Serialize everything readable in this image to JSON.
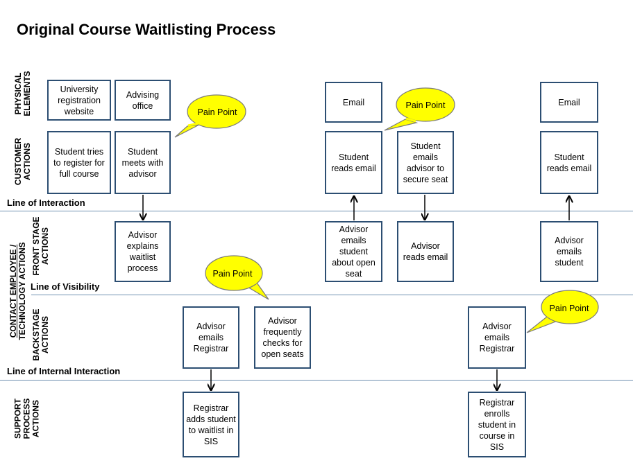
{
  "title": "Original Course Waitlisting Process",
  "colors": {
    "box_border": "#2c4e72",
    "divider": "#6d8fb0",
    "bubble_fill": "#ffff00",
    "bubble_stroke": "#7a7a7a"
  },
  "lines": {
    "interaction": "Line of Interaction",
    "visibility": "Line of Visibility",
    "internal": "Line of Internal Interaction"
  },
  "row_labels": {
    "physical": [
      "PHYSICAL",
      "ELEMENTS"
    ],
    "customer": [
      "CUSTOMER",
      "ACTIONS"
    ],
    "contact": [
      "CONTACT EMPLOYEE /",
      "TECHNOLOGY ACTIONS"
    ],
    "frontstage": [
      "FRONT STAGE",
      "ACTIONS"
    ],
    "backstage": [
      "BACKSTAGE",
      "ACTIONS"
    ],
    "support": [
      "SUPPORT",
      "PROCESS",
      "ACTIONS"
    ]
  },
  "boxes": {
    "registration_website": "University registration website",
    "advising_office": "Advising office",
    "email_1": "Email",
    "email_2": "Email",
    "student_tries": "Student tries to register for full course",
    "student_meets": "Student meets with advisor",
    "student_reads_email_1": "Student reads email",
    "student_emails_advisor": "Student emails advisor to secure seat",
    "student_reads_email_2": "Student reads email",
    "advisor_explains": "Advisor explains waitlist process",
    "advisor_emails_open_seat": "Advisor emails student about open seat",
    "advisor_reads_email": "Advisor reads email",
    "advisor_emails_student": "Advisor emails student",
    "advisor_emails_registrar_1": "Advisor emails Registrar",
    "advisor_checks_seats": "Advisor frequently checks for open seats",
    "advisor_emails_registrar_2": "Advisor emails Registrar",
    "registrar_adds_waitlist": "Registrar adds student to waitlist in SIS",
    "registrar_enrolls": "Registrar enrolls student in course in SIS"
  },
  "pain_points": {
    "p1": "Pain Point",
    "p2": "Pain Point",
    "p3": "Pain Point",
    "p4": "Pain Point"
  }
}
